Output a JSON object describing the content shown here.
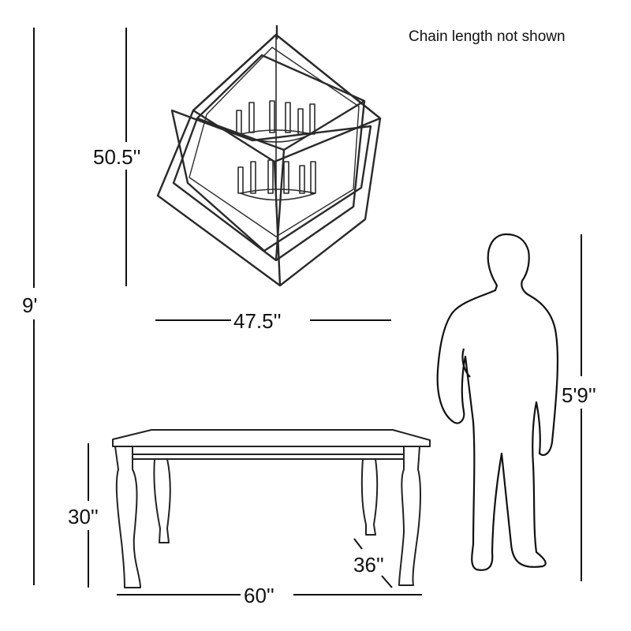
{
  "note": "Chain length not shown",
  "dimensions": {
    "overall_height": "9'",
    "fixture_height": "50.5''",
    "fixture_width": "47.5''",
    "person_height": "5'9''",
    "table_height": "30''",
    "table_depth": "36''",
    "table_length": "60''"
  }
}
